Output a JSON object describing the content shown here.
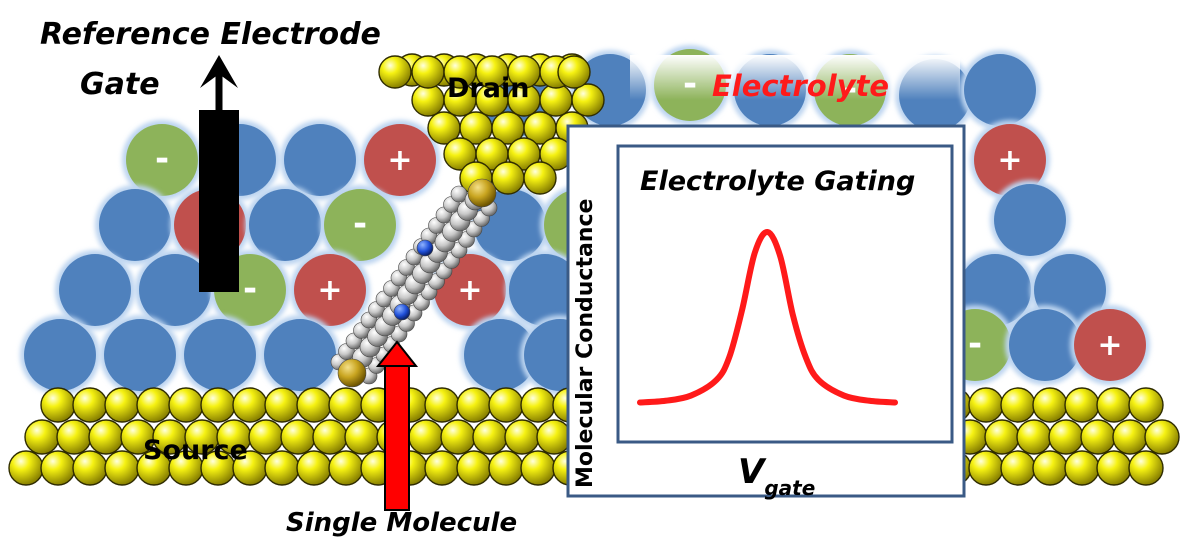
{
  "labels": {
    "reference_electrode": "Reference Electrode",
    "gate": "Gate",
    "drain": "Drain",
    "electrolyte": "Electrolyte",
    "source": "Source",
    "single_molecule": "Single Molecule"
  },
  "inset": {
    "title": "Electrolyte Gating",
    "ylabel": "Molecular Conductance",
    "xlabel_main": "V",
    "xlabel_sub": "gate"
  },
  "ions": {
    "minus": "-",
    "plus": "+"
  },
  "chart_data": {
    "type": "line",
    "title": "Electrolyte Gating",
    "xlabel": "Vgate",
    "ylabel": "Molecular Conductance",
    "series": [
      {
        "x": [
          0,
          0.1,
          0.2,
          0.3,
          0.35,
          0.4,
          0.45,
          0.5,
          0.55,
          0.6,
          0.65,
          0.7,
          0.8,
          0.9,
          1.0
        ],
        "values": [
          0.02,
          0.03,
          0.06,
          0.15,
          0.28,
          0.55,
          0.88,
          1.0,
          0.86,
          0.52,
          0.28,
          0.15,
          0.06,
          0.03,
          0.02
        ]
      }
    ],
    "color": "#ff1a1a",
    "axes_visible": false,
    "grid": false
  },
  "colors": {
    "solvent": "#4f81bd",
    "anion": "#8db35a",
    "cation": "#c0504d",
    "gold": "#f2ee12",
    "curve": "#ff1a1a",
    "electrolyte_label": "#ff1a1a",
    "box_border": "#3a5a85"
  }
}
